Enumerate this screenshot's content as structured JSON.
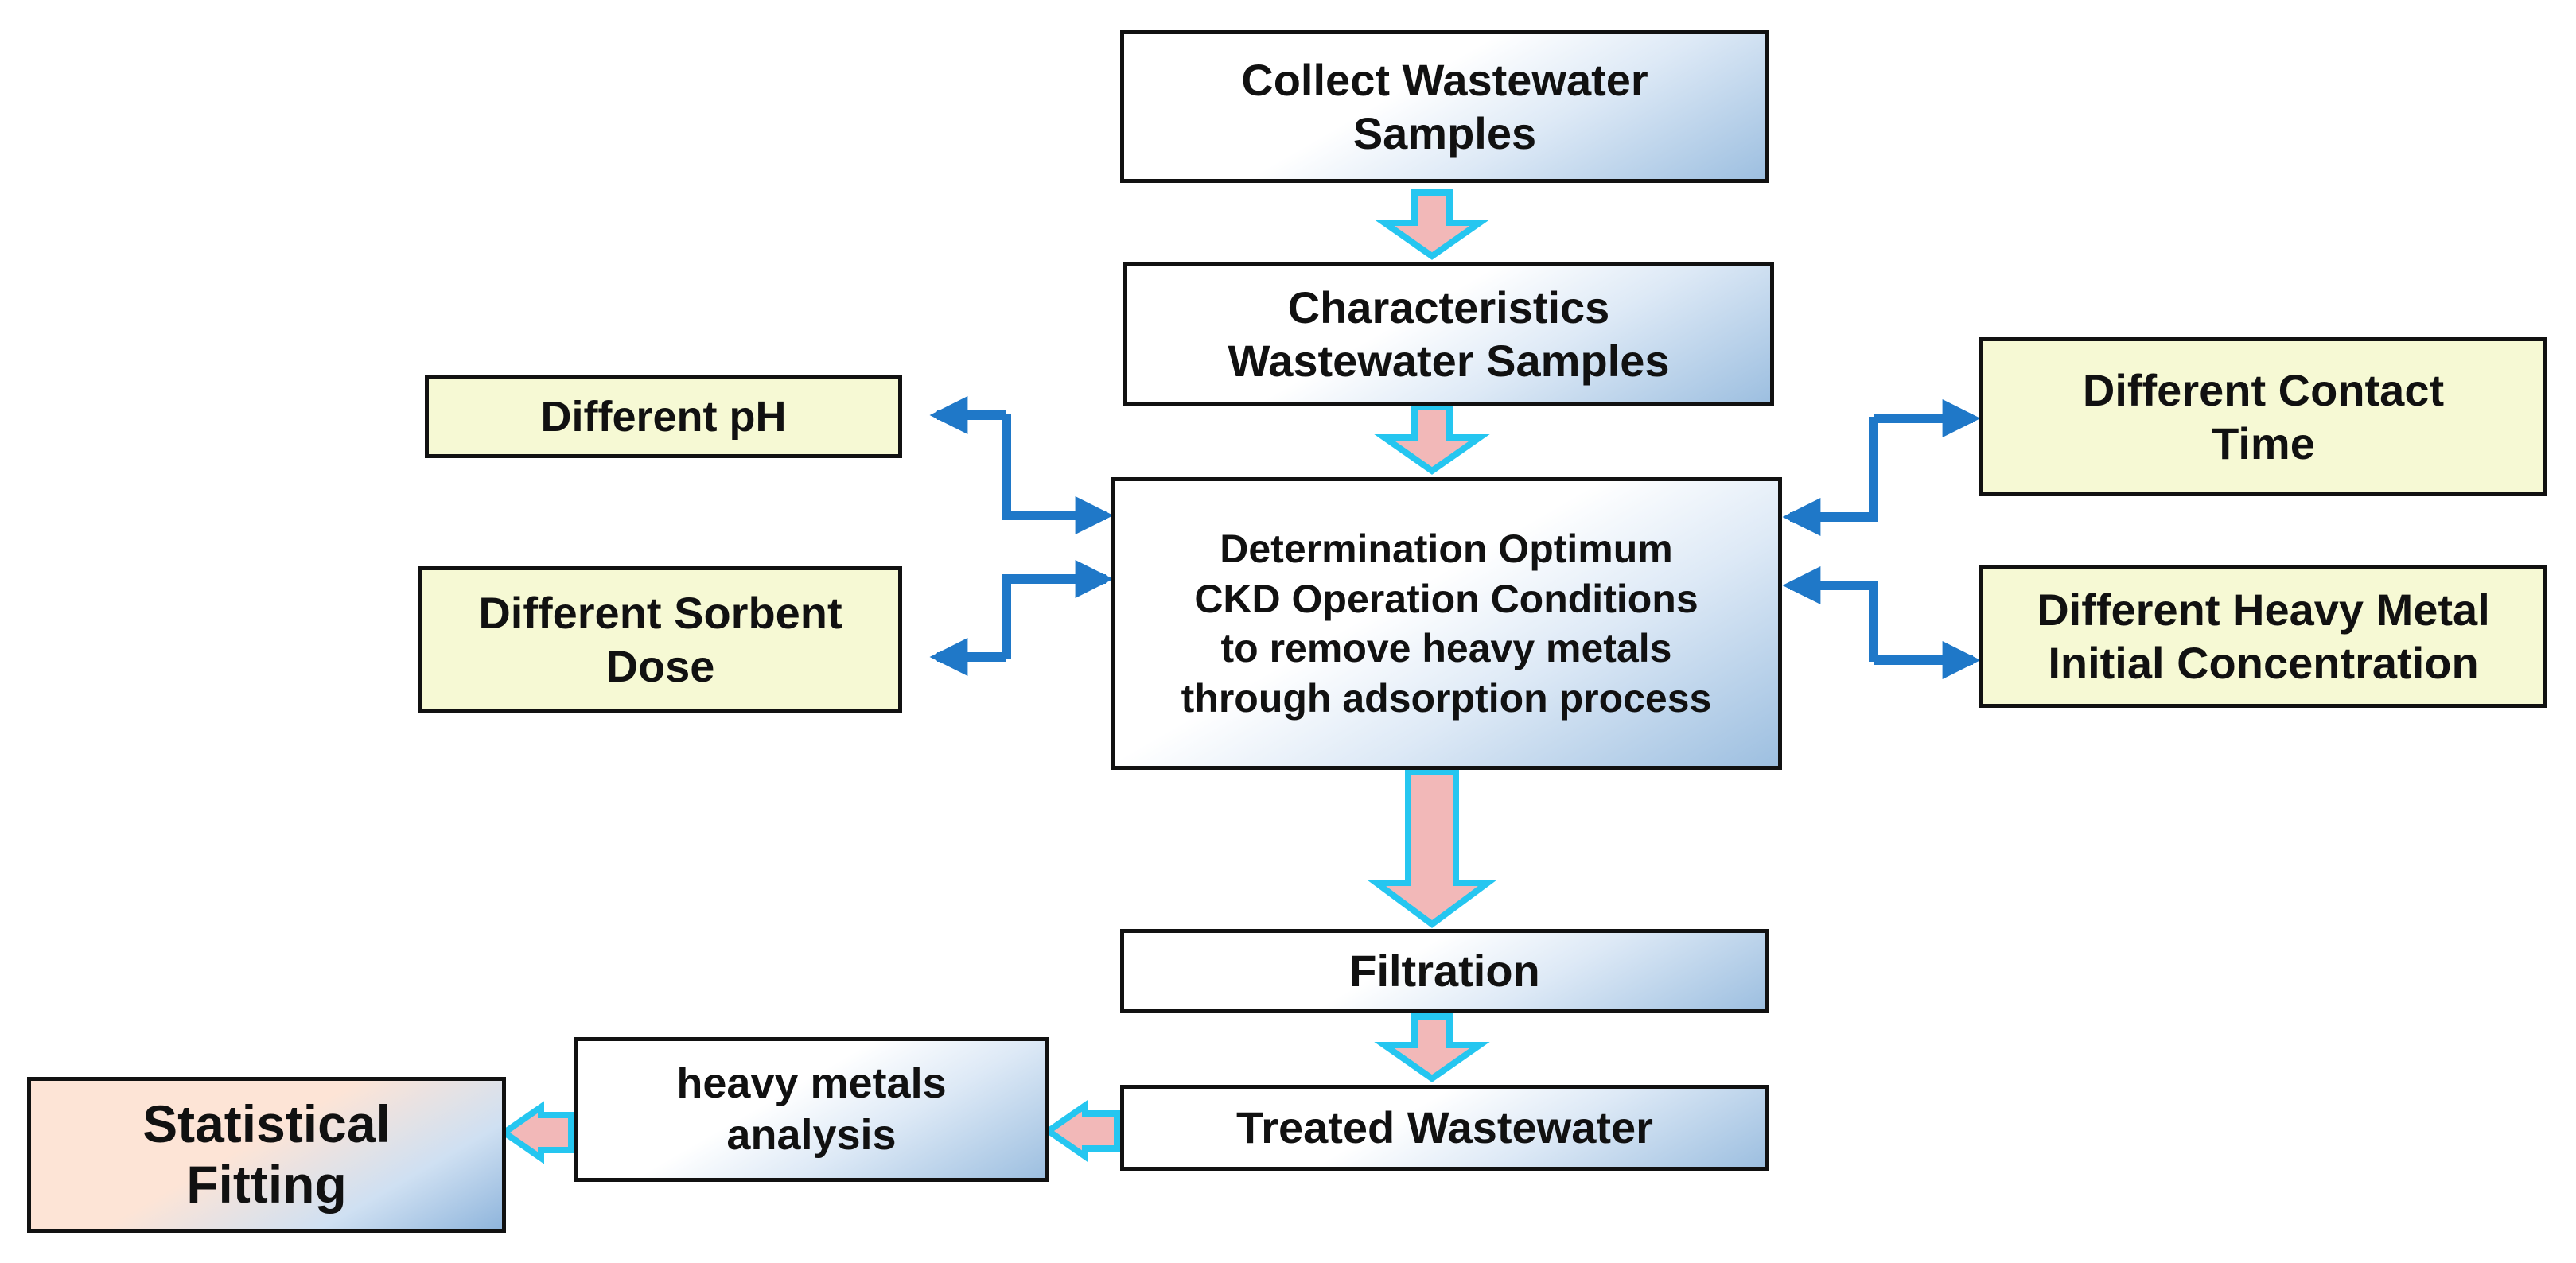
{
  "diagram": {
    "nodes": {
      "collect": "Collect Wastewater\nSamples",
      "characteristics": "Characteristics\nWastewater Samples",
      "determination": "Determination Optimum\nCKD Operation Conditions\nto remove heavy metals\nthrough adsorption process",
      "ph": "Different pH",
      "sorbent": "Different Sorbent\nDose",
      "contact": "Different Contact\nTime",
      "heavy_metal": "Different Heavy Metal\nInitial Concentration",
      "filtration": "Filtration",
      "treated": "Treated Wastewater",
      "analysis": "heavy metals\nanalysis",
      "statistical": "Statistical\nFitting"
    },
    "colors": {
      "process_box_gradient": "#9dbfe0",
      "parameter_box_fill": "#f6f9d4",
      "final_box_fill": "#fde4d6",
      "flow_arrow_fill": "#f2b8b8",
      "flow_arrow_outline": "#25c6f0",
      "link_arrow": "#1f78c8",
      "border": "#111111"
    }
  }
}
